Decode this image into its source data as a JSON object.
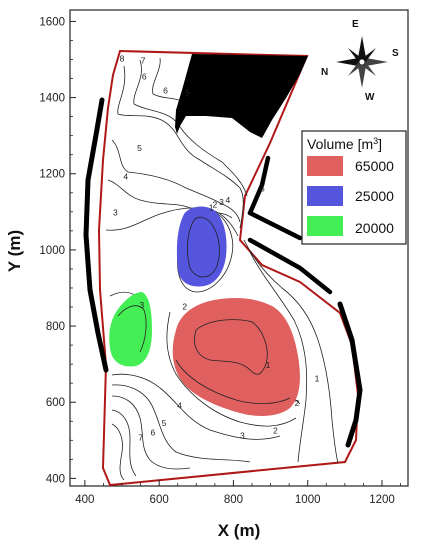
{
  "chart_data": {
    "type": "map",
    "xlabel": "X (m)",
    "ylabel": "Y (m)",
    "xlim": [
      360,
      1270
    ],
    "ylim": [
      380,
      1630
    ],
    "xticks": [
      400,
      600,
      800,
      1000,
      1200
    ],
    "yticks": [
      400,
      600,
      800,
      1000,
      1200,
      1400,
      1600
    ],
    "legend": {
      "title": "Volume [m",
      "title_sup": "3",
      "title_end": "]",
      "placement": "right",
      "entries": [
        {
          "label": "65000",
          "color": "#e06060"
        },
        {
          "label": "25000",
          "color": "#5555dd"
        },
        {
          "label": "20000",
          "color": "#44ee55"
        }
      ]
    },
    "compass": {
      "E": "E",
      "S": "S",
      "W": "W",
      "N": "N"
    },
    "contour_labels": [
      {
        "text": "8",
        "x": 500,
        "y": 1495
      },
      {
        "text": "7",
        "x": 557,
        "y": 1490
      },
      {
        "text": "6",
        "x": 560,
        "y": 1447
      },
      {
        "text": "6",
        "x": 617,
        "y": 1411
      },
      {
        "text": "5",
        "x": 677,
        "y": 1405
      },
      {
        "text": "5",
        "x": 547,
        "y": 1260
      },
      {
        "text": "4",
        "x": 510,
        "y": 1185
      },
      {
        "text": "3",
        "x": 482,
        "y": 1090
      },
      {
        "text": "5",
        "x": 878,
        "y": 1153
      },
      {
        "text": "4",
        "x": 785,
        "y": 1123
      },
      {
        "text": "3",
        "x": 768,
        "y": 1118
      },
      {
        "text": "2",
        "x": 750,
        "y": 1112
      },
      {
        "text": "1",
        "x": 740,
        "y": 1103
      },
      {
        "text": "2",
        "x": 669,
        "y": 843
      },
      {
        "text": "1",
        "x": 893,
        "y": 690
      },
      {
        "text": "1",
        "x": 1025,
        "y": 655
      },
      {
        "text": "2",
        "x": 971,
        "y": 590
      },
      {
        "text": "2",
        "x": 913,
        "y": 518
      },
      {
        "text": "3",
        "x": 824,
        "y": 505
      },
      {
        "text": "4",
        "x": 655,
        "y": 584
      },
      {
        "text": "5",
        "x": 613,
        "y": 538
      },
      {
        "text": "6",
        "x": 583,
        "y": 512
      },
      {
        "text": "7",
        "x": 550,
        "y": 500
      },
      {
        "text": "3",
        "x": 553,
        "y": 847
      }
    ],
    "zones": [
      {
        "name": "65000",
        "color": "#e06060",
        "centroid": [
          850,
          760
        ]
      },
      {
        "name": "25000",
        "color": "#5555dd",
        "centroid": [
          720,
          1010
        ]
      },
      {
        "name": "20000",
        "color": "#44ee55",
        "centroid": [
          543,
          820
        ]
      }
    ]
  }
}
